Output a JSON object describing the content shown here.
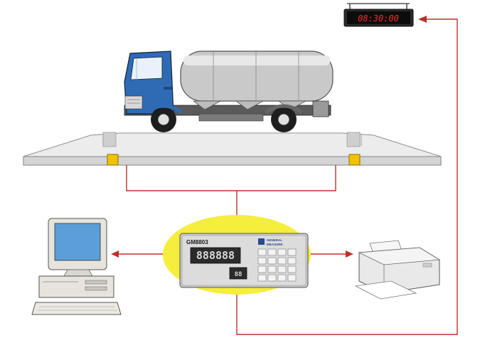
{
  "clock": {
    "display_value": "08:30:00"
  },
  "indicator": {
    "model": "GM8803",
    "brand_line1": "GENERAL",
    "brand_line2": "MEASURE",
    "main_display": "888888",
    "small_display": "88"
  },
  "colors": {
    "connector_line": "#c0302a",
    "highlight_ellipse": "#f5ee3c",
    "truck_cab": "#2f6bb5",
    "load_cell": "#f2c200",
    "clock_digits": "#ff2a2a"
  }
}
